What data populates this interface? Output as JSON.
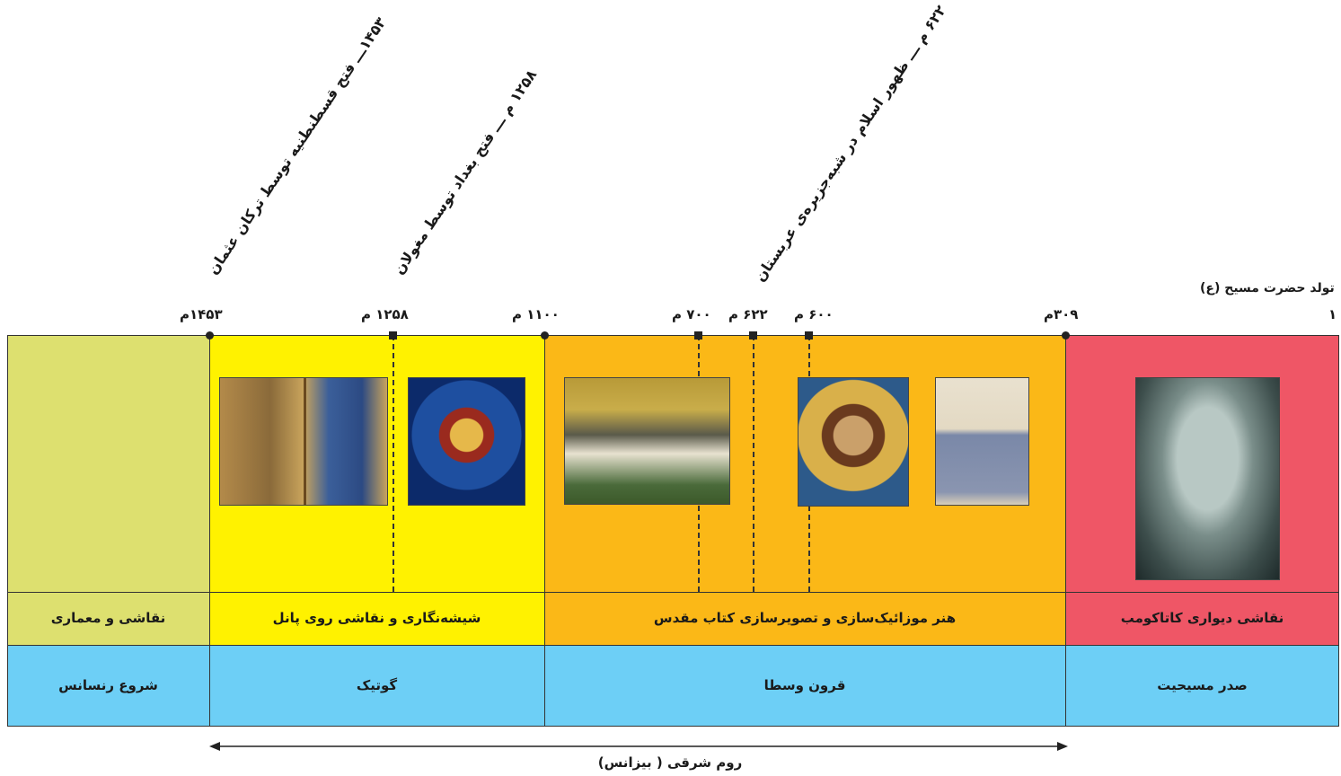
{
  "top_label": "تولد حضرت مسیح (ع)",
  "start_year": "۱",
  "years": {
    "y313": "۳۰۹م",
    "y600": "۶۰۰ م",
    "y622": "۶۲۲ م",
    "y700": "۷۰۰ م",
    "y1100": "۱۱۰۰ م",
    "y1258": "۱۲۵۸ م",
    "y1453": "۱۴۵۳م"
  },
  "events": {
    "e622": "۶۲۲ م ـــ ظهور اسلام در شبه‌جزیره‌ی عربستان",
    "e1258": "۱۲۵۸ م ـــ فتح بغداد توسط مغولان",
    "e1453": "۱۴۵۳ـــ فتح قسطنطنیه توسط ترکان عثمان"
  },
  "art_styles": {
    "catacomb": "نقاشی دیواری کاتاکومب",
    "mosaic": "هنر موزائیک‌سازی و تصویرسازی کتاب مقدس",
    "gothic_art": "شیشه‌نگاری و نقاشی روی پانل",
    "renaissance_art": "نقاشی و معماری"
  },
  "periods": {
    "early_christian": "صدر مسیحیت",
    "middle_ages": "قرون وسطا",
    "gothic": "گوتیک",
    "renaissance": "شروع رنسانس"
  },
  "span_label": "روم شرقی ( بیزانس)",
  "colors": {
    "red": "#ef5666",
    "orange": "#fbb817",
    "yellow": "#fff200",
    "olive": "#dde06f",
    "blue": "#6dcff6"
  },
  "images": [
    "catacomb-fresco",
    "illuminated-manuscript",
    "christ-mosaic",
    "justinian-mosaic",
    "stained-glass-bishop",
    "wilton-diptych"
  ]
}
